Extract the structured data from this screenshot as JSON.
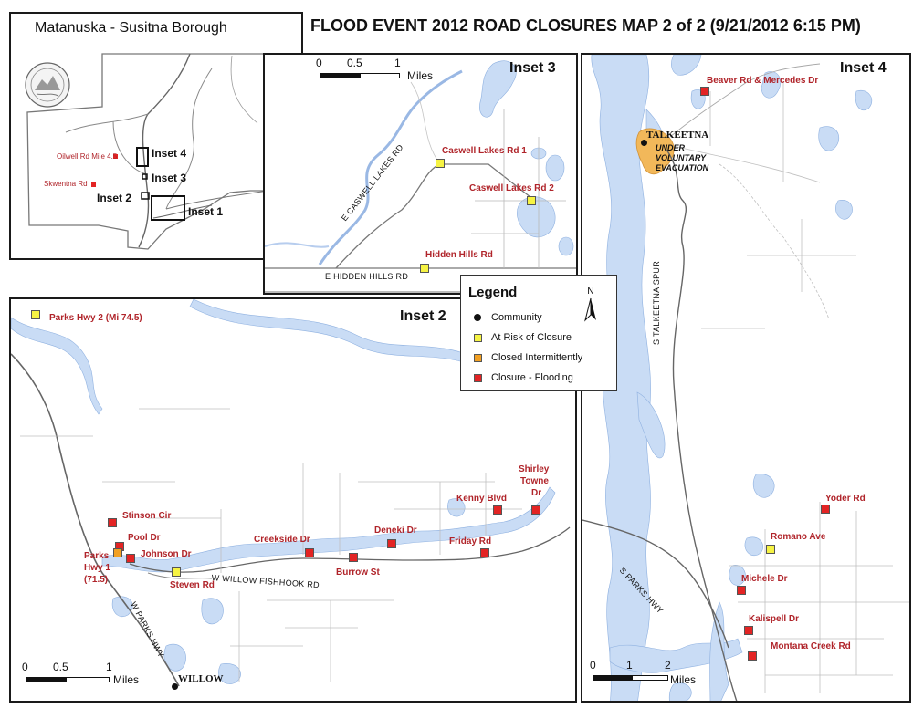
{
  "title": "FLOOD EVENT 2012 ROAD CLOSURES MAP 2 of 2 (9/21/2012 6:15 PM)",
  "colors": {
    "at_risk": "#f6f343",
    "closed_intermittently": "#f2a022",
    "closure_flooding": "#e32424",
    "water": "#c9dcf5",
    "evacuation_area": "#f2b85a",
    "label_red": "#b0242a"
  },
  "overview": {
    "name": "Matanuska - Susitna Borough",
    "labels": {
      "oilwell": "Oilwell Rd Mile 4.5",
      "skwentna": "Skwentna Rd",
      "inset1": "Inset 1",
      "inset2": "Inset 2",
      "inset3": "Inset 3",
      "inset4": "Inset 4"
    },
    "seal_icon": "borough-seal-icon"
  },
  "inset3": {
    "label": "Inset 3",
    "scale": {
      "ticks": [
        "0",
        "0.5",
        "1"
      ],
      "unit": "Miles"
    },
    "roads": {
      "caswell": "E CASWELL LAKES RD",
      "hidden": "E HIDDEN HILLS RD"
    },
    "points": {
      "caswell1": "Caswell Lakes Rd 1",
      "caswell2": "Caswell Lakes Rd 2",
      "hidden": "Hidden Hills Rd"
    }
  },
  "inset4": {
    "label": "Inset 4",
    "scale": {
      "ticks": [
        "0",
        "1",
        "2"
      ],
      "unit": "Miles"
    },
    "community": "TALKEETNA",
    "evacuation": [
      "UNDER",
      "VOLUNTARY",
      "EVACUATION"
    ],
    "roads": {
      "spur": "S TALKEETNA SPUR",
      "parks": "S PARKS HWY"
    },
    "points": {
      "beaver": "Beaver Rd & Mercedes Dr",
      "yoder": "Yoder Rd",
      "romano": "Romano Ave",
      "michele": "Michele Dr",
      "kalispell": "Kalispell Dr",
      "montana": "Montana Creek Rd"
    }
  },
  "inset2": {
    "label": "Inset 2",
    "scale": {
      "ticks": [
        "0",
        "0.5",
        "1"
      ],
      "unit": "Miles"
    },
    "community": "WILLOW",
    "roads": {
      "fishhook": "W WILLOW FISHHOOK RD",
      "parks": "W PARKS HWY"
    },
    "points": {
      "parks2": "Parks Hwy 2 (Mi 74.5)",
      "stinson": "Stinson Cir",
      "pool": "Pool Dr",
      "johnson": "Johnson Dr",
      "parks1": [
        "Parks",
        "Hwy 1",
        "(71.5)"
      ],
      "steven": "Steven Rd",
      "creekside": "Creekside Dr",
      "burrow": "Burrow St",
      "deneki": "Deneki Dr",
      "friday": "Friday Rd",
      "kenny": "Kenny Blvd",
      "shirley": [
        "Shirley",
        "Towne",
        "Dr"
      ]
    }
  },
  "legend": {
    "title": "Legend",
    "north": "N",
    "items": {
      "community": "Community",
      "at_risk": "At Risk of Closure",
      "closed": "Closed Intermittently",
      "flooding": "Closure - Flooding"
    }
  }
}
